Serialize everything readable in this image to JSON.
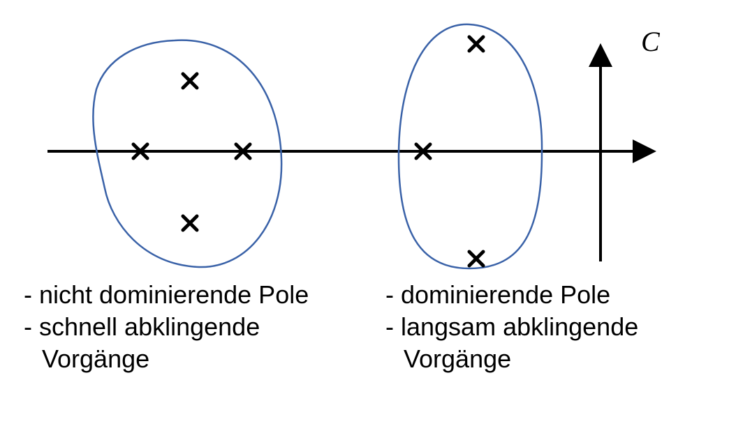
{
  "plane_label": "C",
  "groups": {
    "left": {
      "line1": "- nicht dominierende Pole",
      "line2": "- schnell abklingende",
      "line3": "Vorgänge"
    },
    "right": {
      "line1": "- dominierende Pole",
      "line2": "- langsam abklingende",
      "line3": "Vorgänge"
    }
  },
  "colors": {
    "axis": "#000000",
    "pole_marker": "#000000",
    "group_outline": "#3a62a8"
  },
  "icons": {
    "pole_marker": "cross-icon",
    "axis_arrow": "arrowhead-icon"
  }
}
